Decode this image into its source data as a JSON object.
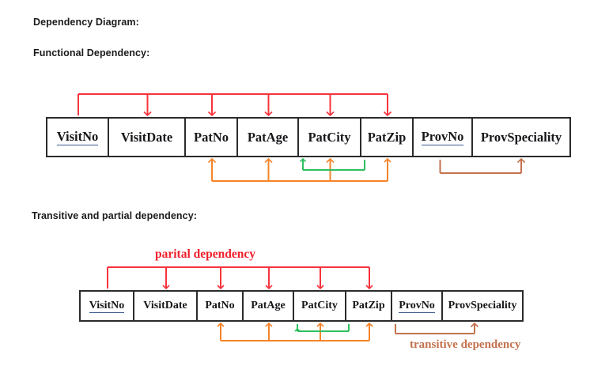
{
  "page": {
    "title": "Dependency Diagram:",
    "background": "#ffffff"
  },
  "headings": {
    "main": "Dependency Diagram:",
    "functional": "Functional Dependency:",
    "transitive_partial": "Transitive and partial dependency:"
  },
  "colors": {
    "functional_arrow": "#f8333c",
    "partial_arrow": "#f8333c",
    "orange_arrow": "#f5842a",
    "green_arrow": "#2fbf5f",
    "transitive_arrow": "#c4724e",
    "table_border": "#2b2b2b",
    "text": "#17171b",
    "key_underline": "#3b5a8c"
  },
  "tables": [
    {
      "id": "functional-dependency-table",
      "columns": [
        {
          "label": "VisitNo",
          "is_key": true,
          "width": 78
        },
        {
          "label": "VisitDate",
          "is_key": false,
          "width": 97
        },
        {
          "label": "PatNo",
          "is_key": false,
          "width": 66
        },
        {
          "label": "PatAge",
          "is_key": false,
          "width": 77
        },
        {
          "label": "PatCity",
          "is_key": false,
          "width": 79
        },
        {
          "label": "PatZip",
          "is_key": false,
          "width": 66
        },
        {
          "label": "ProvNo",
          "is_key": true,
          "width": 75
        },
        {
          "label": "ProvSpeciality",
          "is_key": false,
          "width": 122
        }
      ]
    },
    {
      "id": "transitive-partial-dependency-table",
      "columns": [
        {
          "label": "VisitNo",
          "is_key": true,
          "width": 68
        },
        {
          "label": "VisitDate",
          "is_key": false,
          "width": 80
        },
        {
          "label": "PatNo",
          "is_key": false,
          "width": 58
        },
        {
          "label": "PatAge",
          "is_key": false,
          "width": 64
        },
        {
          "label": "PatCity",
          "is_key": false,
          "width": 66
        },
        {
          "label": "PatZip",
          "is_key": false,
          "width": 58
        },
        {
          "label": "ProvNo",
          "is_key": true,
          "width": 64
        },
        {
          "label": "ProvSpeciality",
          "is_key": false,
          "width": 100
        }
      ]
    }
  ],
  "captions": {
    "partial_dependency": "parital dependency",
    "transitive_dependency": "transitive dependency"
  },
  "dependencies": {
    "functional": {
      "determinant": "VisitNo",
      "dependents": [
        "VisitDate",
        "PatNo",
        "PatAge",
        "PatCity",
        "PatZip"
      ],
      "color": "#f8333c"
    },
    "partial": {
      "determinant": "PatZip",
      "dependents": [
        "PatNo",
        "PatAge",
        "PatCity"
      ],
      "color": "#f5842a"
    },
    "city_to_zip": {
      "determinant": "PatZip",
      "dependents": [
        "PatCity"
      ],
      "color": "#2fbf5f"
    },
    "transitive": {
      "determinant": "ProvNo",
      "dependents": [
        "ProvSpeciality"
      ],
      "color": "#c4724e"
    }
  }
}
